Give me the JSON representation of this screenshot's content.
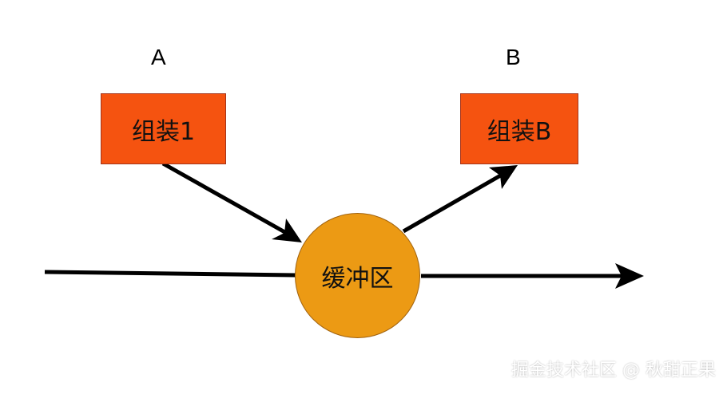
{
  "nodes": {
    "label_a": "A",
    "label_b": "B",
    "assembly_1": {
      "text": "组装1",
      "fill": "#f55310"
    },
    "assembly_b": {
      "text": "组装B",
      "fill": "#f55310"
    },
    "buffer": {
      "text": "缓冲区",
      "fill": "#ec9a14"
    }
  },
  "edges": [
    {
      "from": "assembly_1",
      "to": "buffer"
    },
    {
      "from": "buffer",
      "to": "assembly_b"
    },
    {
      "from": "input",
      "to": "buffer"
    },
    {
      "from": "buffer",
      "to": "output"
    }
  ],
  "colors": {
    "arrow": "#000000"
  },
  "watermark": "掘金技术社区 @ 秋甜正果"
}
